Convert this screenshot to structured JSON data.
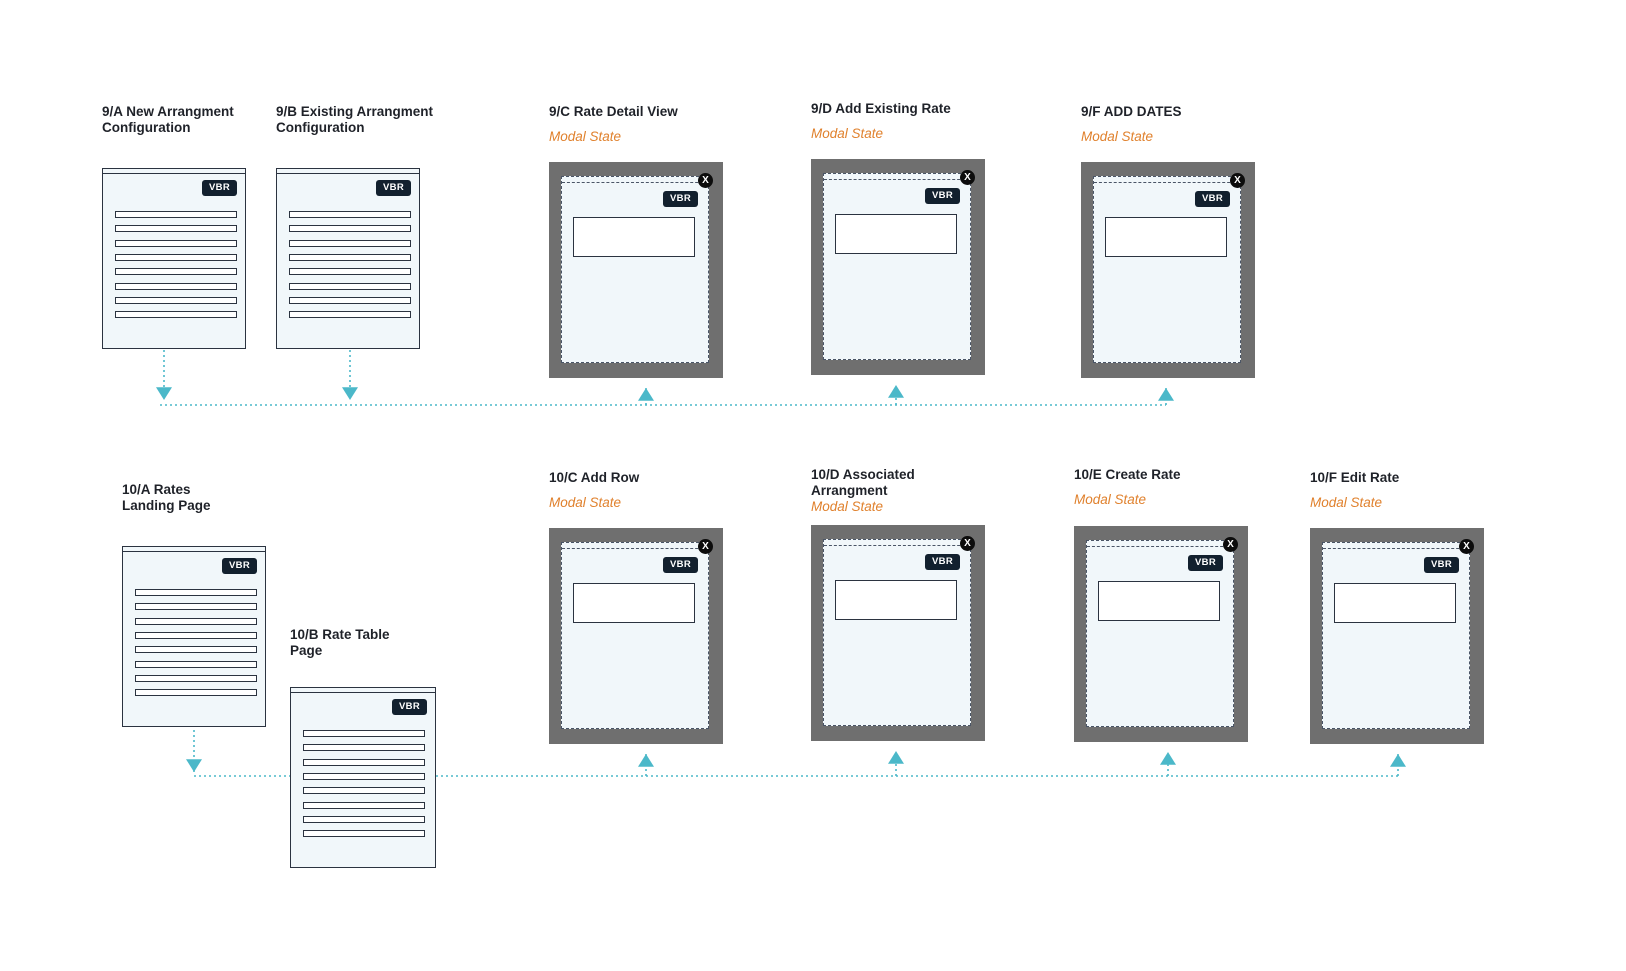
{
  "row9": {
    "a": {
      "title": "9/A New Arrangment\nConfiguration",
      "badge": "VBR"
    },
    "b": {
      "title": "9/B Existing Arrangment\nConfiguration",
      "badge": "VBR"
    },
    "c": {
      "title": "9/C Rate Detail View",
      "subtitle": "Modal State",
      "badge": "VBR",
      "close": "X"
    },
    "d": {
      "title": "9/D Add Existing Rate",
      "subtitle": "Modal State",
      "badge": "VBR",
      "close": "X"
    },
    "f": {
      "title": "9/F  ADD DATES",
      "subtitle": "Modal State",
      "badge": "VBR",
      "close": "X"
    }
  },
  "row10": {
    "a": {
      "title": "10/A Rates\nLanding Page",
      "badge": "VBR"
    },
    "b": {
      "title": "10/B Rate Table\nPage",
      "badge": "VBR"
    },
    "c": {
      "title": "10/C Add Row",
      "subtitle": "Modal State",
      "badge": "VBR",
      "close": "X"
    },
    "d": {
      "title": "10/D Associated\nArrangment",
      "subtitle": "Modal State",
      "badge": "VBR",
      "close": "X"
    },
    "e": {
      "title": "10/E Create Rate",
      "subtitle": "Modal State",
      "badge": "VBR",
      "close": "X"
    },
    "f": {
      "title": "10/F Edit Rate",
      "subtitle": "Modal State",
      "badge": "VBR",
      "close": "X"
    }
  },
  "colors": {
    "connector": "#4bb8c9",
    "modal_frame": "#6f6f6f",
    "badge": "#12202e",
    "subtitle": "#e0812d"
  }
}
